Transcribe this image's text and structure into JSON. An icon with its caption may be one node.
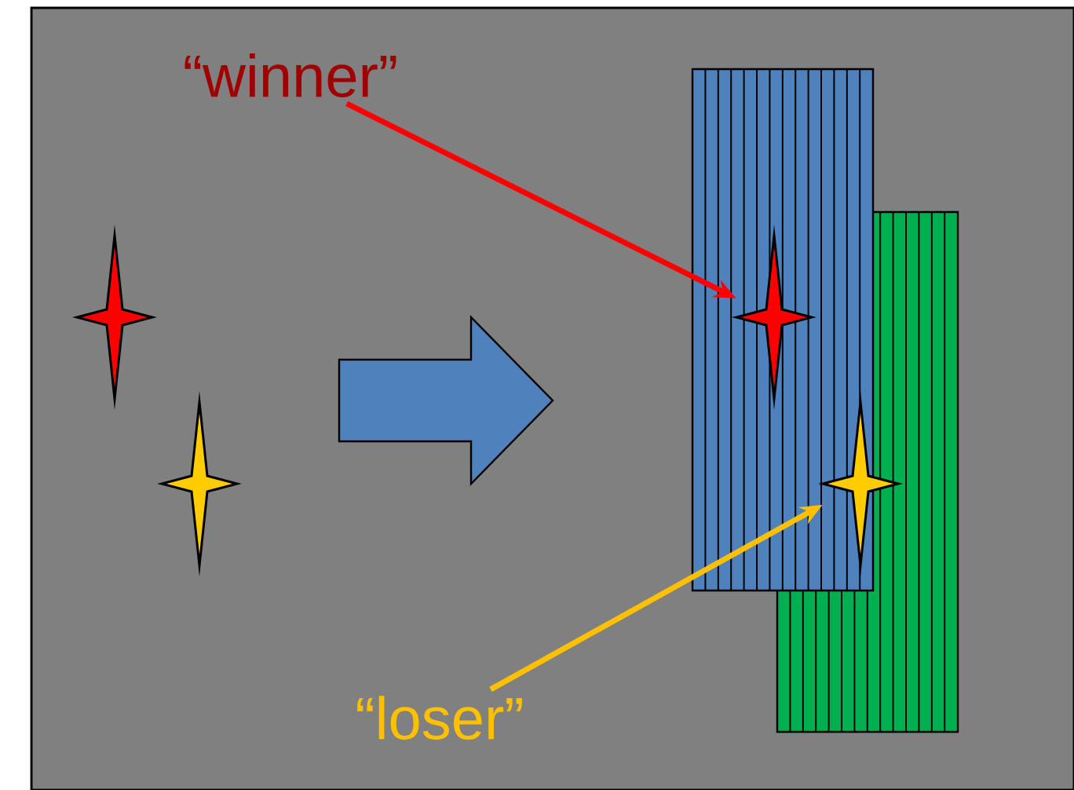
{
  "diagram": {
    "nodes": [
      {
        "text": [
          "“winner”"
        ]
      },
      {
        "text": [],
        "shape": "star"
      },
      {
        "text": [],
        "shape": "star"
      },
      {
        "text": [],
        "shape": "star"
      },
      {
        "text": [],
        "shape": "star"
      },
      {
        "text": [
          "“loser”"
        ]
      }
    ],
    "edges": [
      {
        "from": 0,
        "to": 3,
        "arrow": "to",
        "color": "#ff0000"
      },
      {
        "from": 5,
        "to": 4,
        "arrow": "to",
        "color": "#ffc000"
      }
    ]
  }
}
